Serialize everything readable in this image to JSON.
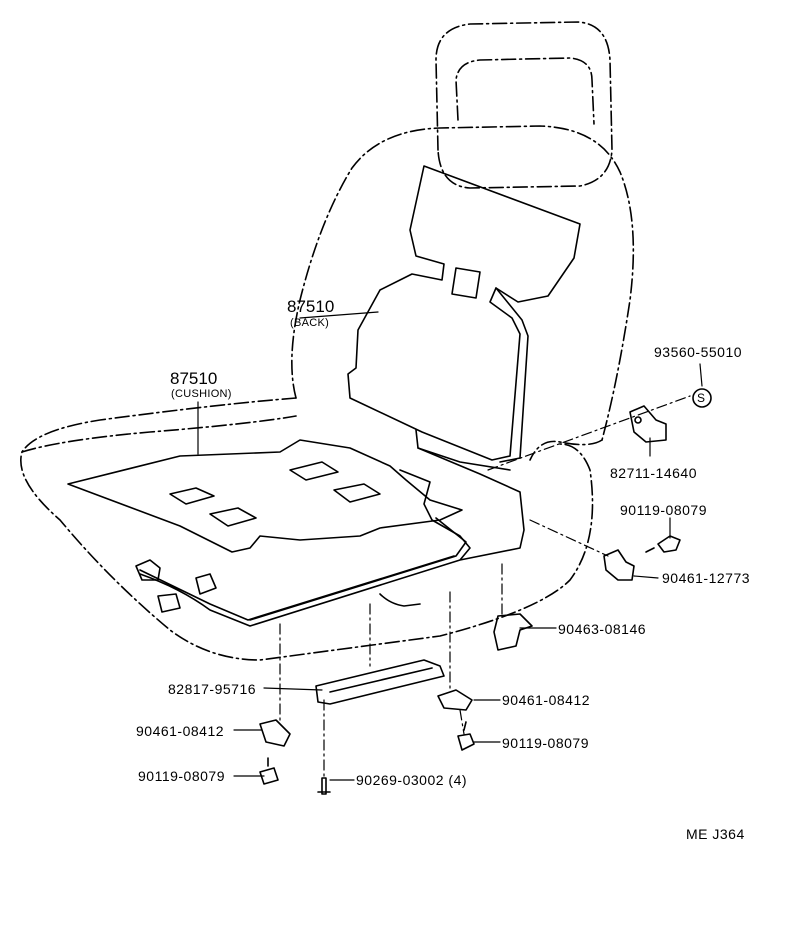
{
  "labels": {
    "back_part": "87510",
    "back_note": "(BACK)",
    "cushion_part": "87510",
    "cushion_note": "(CUSHION)",
    "p_93560": "93560-55010",
    "p_82711": "82711-14640",
    "p_90119_a": "90119-08079",
    "p_90461_12773": "90461-12773",
    "p_90463": "90463-08146",
    "p_82817": "82817-95716",
    "p_90461_08412_r": "90461-08412",
    "p_90119_b": "90119-08079",
    "p_90461_08412_l": "90461-08412",
    "p_90269": "90269-03002 (4)",
    "p_90119_c": "90119-08079",
    "diagram_code": "ME  J364"
  },
  "symbols": {
    "s_mark": "S"
  }
}
